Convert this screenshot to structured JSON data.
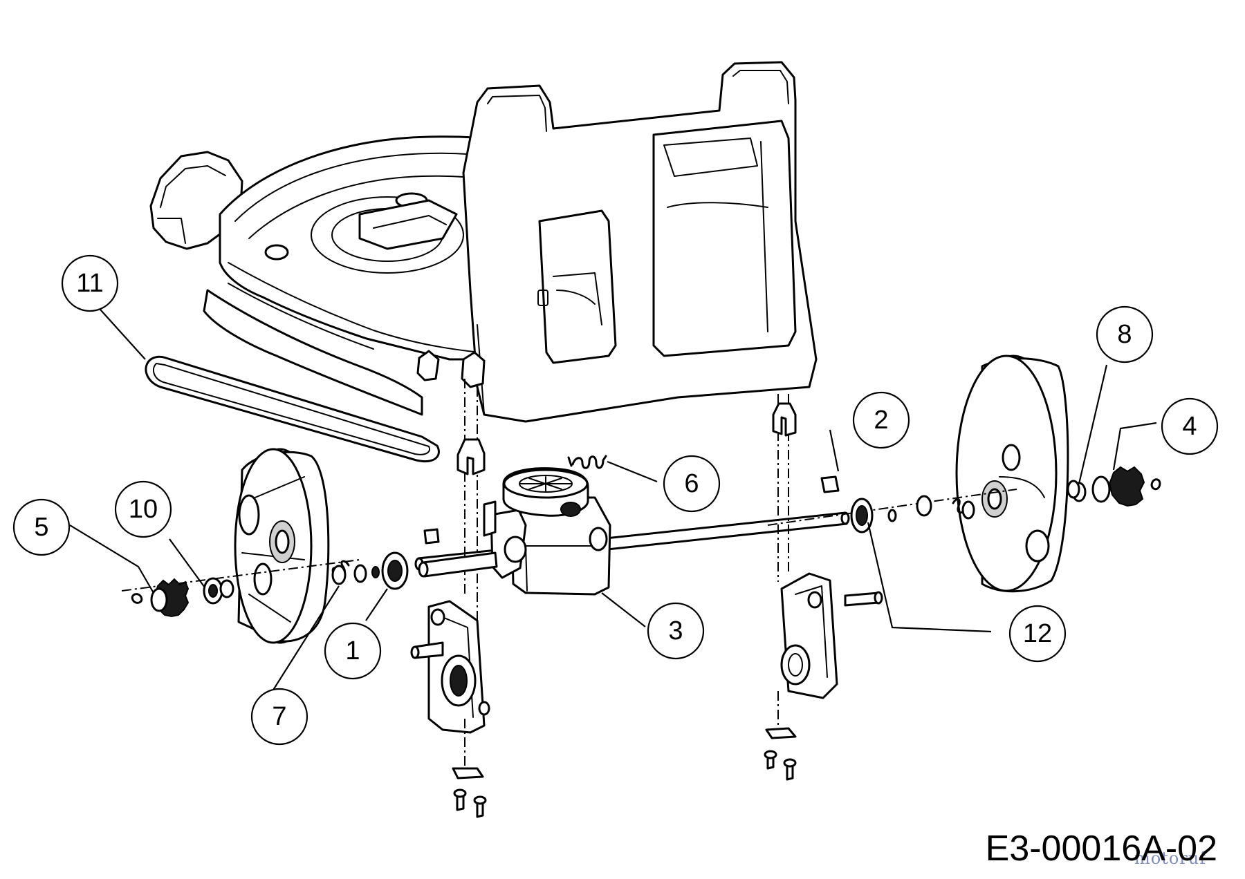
{
  "drawing_code": "E3-00016A-02",
  "watermark_text": "motoruf",
  "callouts": [
    {
      "number": "1",
      "part": "bearing"
    },
    {
      "number": "2",
      "part": "key"
    },
    {
      "number": "3",
      "part": "gearbox"
    },
    {
      "number": "4",
      "part": "gear"
    },
    {
      "number": "5",
      "part": "gear"
    },
    {
      "number": "6",
      "part": "spring"
    },
    {
      "number": "7",
      "part": "spring"
    },
    {
      "number": "8",
      "part": "washer"
    },
    {
      "number": "10",
      "part": "washer"
    },
    {
      "number": "11",
      "part": "v-belt"
    },
    {
      "number": "12",
      "part": "retaining-ring"
    }
  ]
}
